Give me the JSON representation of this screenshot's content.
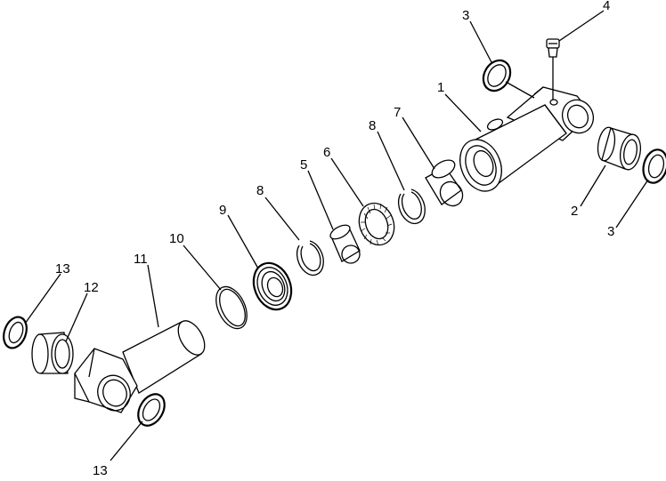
{
  "diagram": {
    "callouts": [
      {
        "id": "1",
        "label": "1"
      },
      {
        "id": "2",
        "label": "2"
      },
      {
        "id": "3a",
        "label": "3"
      },
      {
        "id": "3b",
        "label": "3"
      },
      {
        "id": "4",
        "label": "4"
      },
      {
        "id": "5",
        "label": "5"
      },
      {
        "id": "6",
        "label": "6"
      },
      {
        "id": "7",
        "label": "7"
      },
      {
        "id": "8a",
        "label": "8"
      },
      {
        "id": "8b",
        "label": "8"
      },
      {
        "id": "9",
        "label": "9"
      },
      {
        "id": "10",
        "label": "10"
      },
      {
        "id": "11",
        "label": "11"
      },
      {
        "id": "12",
        "label": "12"
      },
      {
        "id": "13a",
        "label": "13"
      },
      {
        "id": "13b",
        "label": "13"
      }
    ]
  }
}
